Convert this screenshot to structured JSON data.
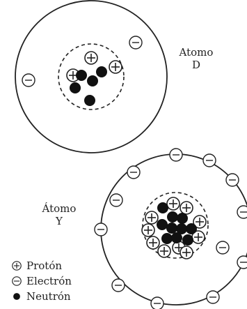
{
  "atom_d": {
    "name_line1": "Atomo",
    "name_line2": "D",
    "protons": 3,
    "neutrons": 5,
    "electrons": 2
  },
  "atom_y": {
    "name_line1": "Átomo",
    "name_line2": "Y",
    "protons": 10,
    "neutrons": 10,
    "electrons": 12
  },
  "legend": {
    "proton": "Protón",
    "electron": "Electrón",
    "neutron": "Neutrón"
  },
  "symbols": {
    "proton": "plus-in-circle",
    "electron": "minus-in-circle",
    "neutron": "filled-circle"
  },
  "colors": {
    "ink": "#222222",
    "neutron_fill": "#111111"
  }
}
